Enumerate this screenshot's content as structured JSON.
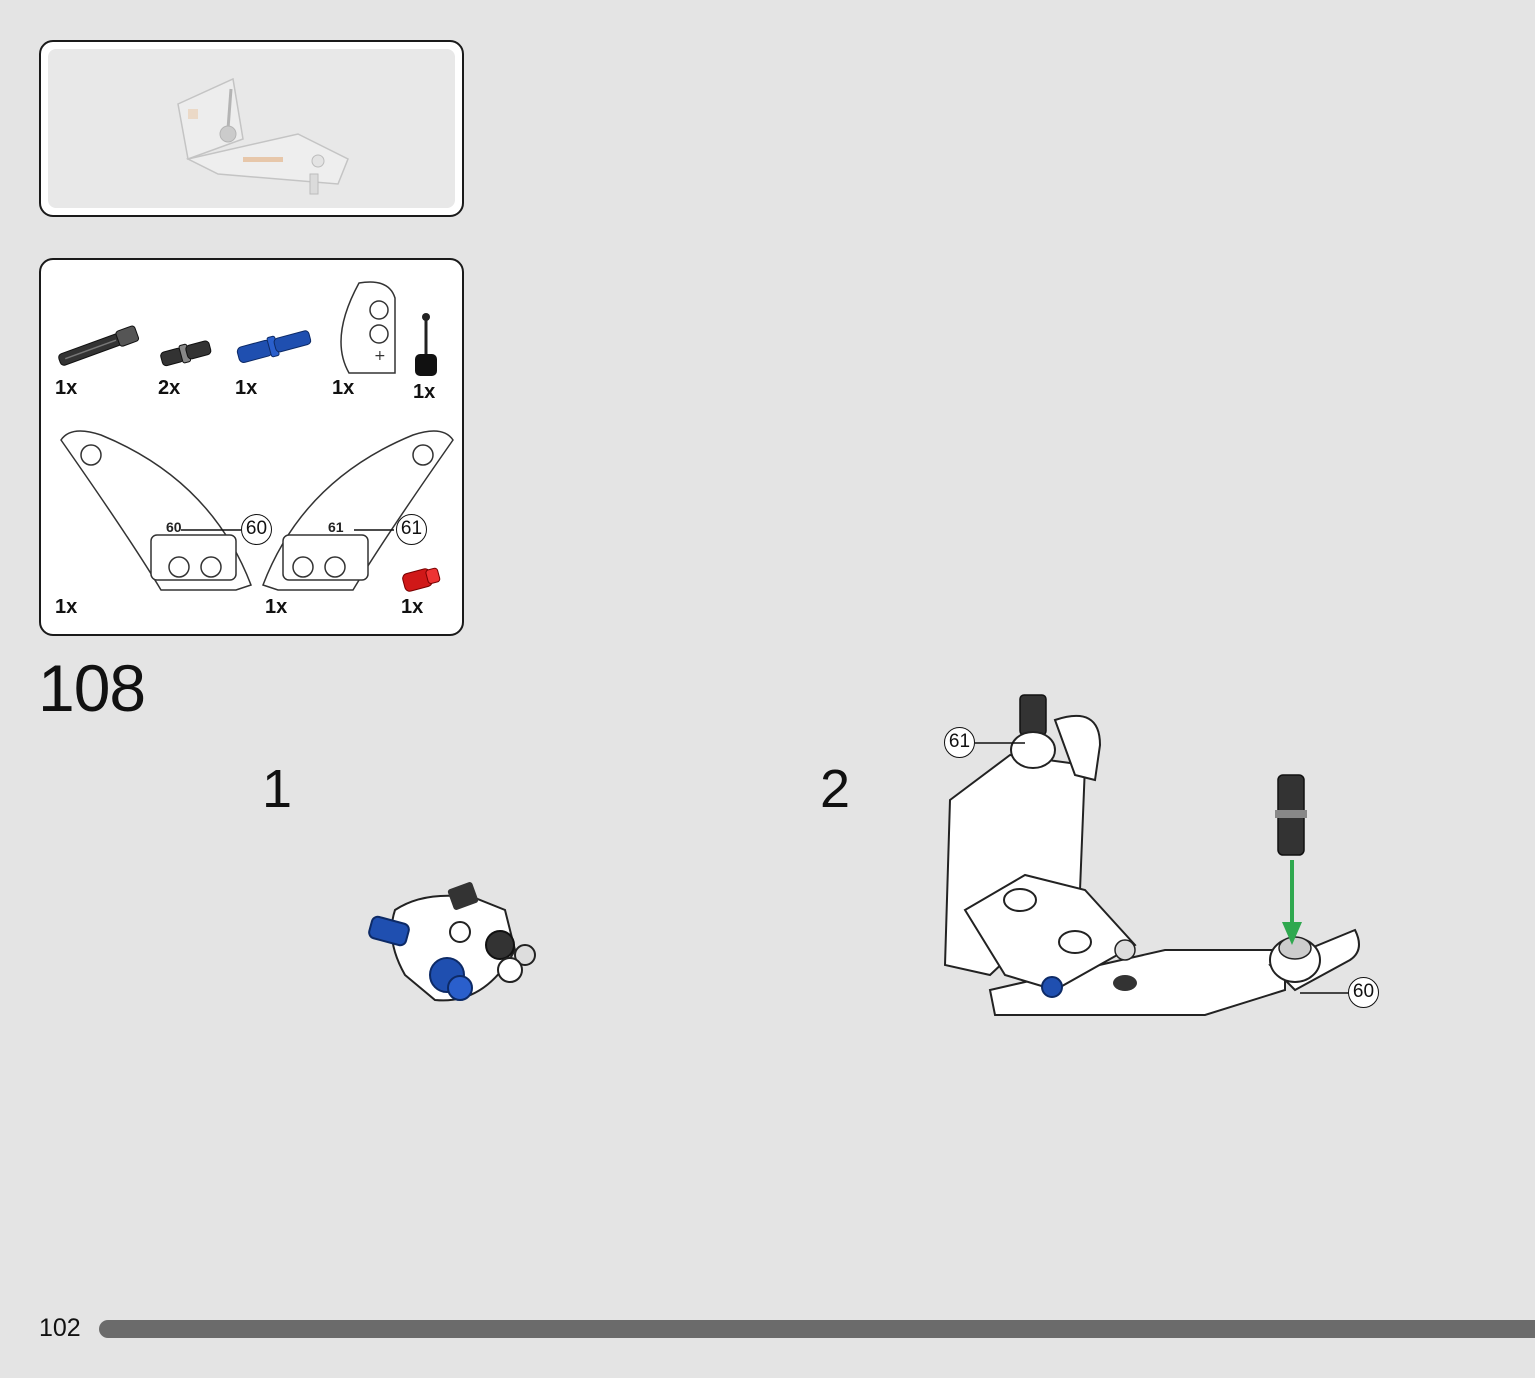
{
  "step": {
    "number": "108"
  },
  "parts_list": {
    "row1": [
      {
        "name": "black-axle-pin",
        "qty": "1x"
      },
      {
        "name": "black-friction-pin",
        "qty": "2x"
      },
      {
        "name": "blue-axle-pin",
        "qty": "1x"
      },
      {
        "name": "white-curved-beam",
        "qty": "1x"
      },
      {
        "name": "black-lever",
        "qty": "1x"
      }
    ],
    "row2": [
      {
        "name": "panel-left",
        "qty": "1x",
        "sticker": "60"
      },
      {
        "name": "panel-right",
        "qty": "1x",
        "sticker": "61"
      },
      {
        "name": "red-pin",
        "qty": "1x"
      }
    ]
  },
  "substeps": [
    {
      "number": "1"
    },
    {
      "number": "2",
      "callouts": [
        "61",
        "60"
      ]
    }
  ],
  "footer": {
    "page_number": "102"
  },
  "colors": {
    "background": "#e4e4e4",
    "blue_part": "#1f4fb0",
    "red_part": "#d01818",
    "arrow": "#2fa84f",
    "progress": "#6b6b6b"
  }
}
